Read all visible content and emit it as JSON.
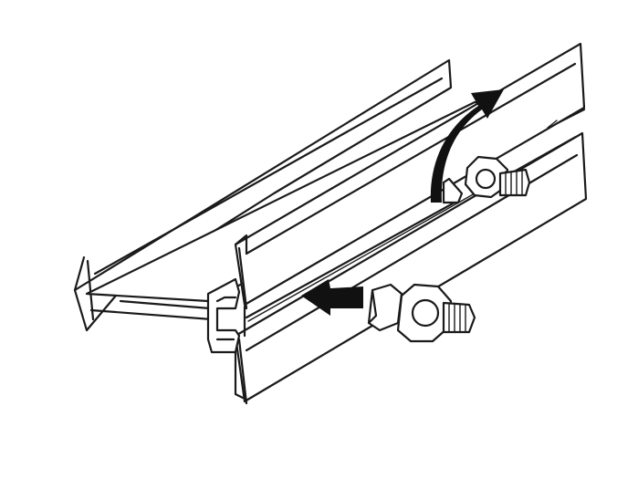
{
  "figure": {
    "background": "#ffffff",
    "ink": "#1a1a1a",
    "arrow_fill": "#111111",
    "parts": [
      "rail-back-flange",
      "rail-front-upper-flange",
      "rail-front-lower-flange",
      "rail-t-slot",
      "hex-bolt-with-square-nut",
      "hex-nut-in-slot",
      "insert-direction-arrow",
      "rotate-direction-arrow"
    ]
  }
}
